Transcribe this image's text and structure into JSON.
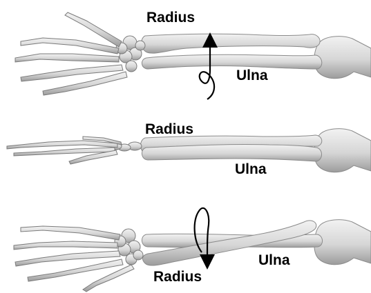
{
  "panels": [
    {
      "radius_label": "Radius",
      "ulna_label": "Ulna"
    },
    {
      "radius_label": "Radius",
      "ulna_label": "Ulna"
    },
    {
      "radius_label": "Radius",
      "ulna_label": "Ulna"
    }
  ],
  "colors": {
    "bone_fill": "#d9d9d9",
    "bone_stroke": "#8a8a8a",
    "label": "#000000",
    "arrow": "#000000"
  }
}
